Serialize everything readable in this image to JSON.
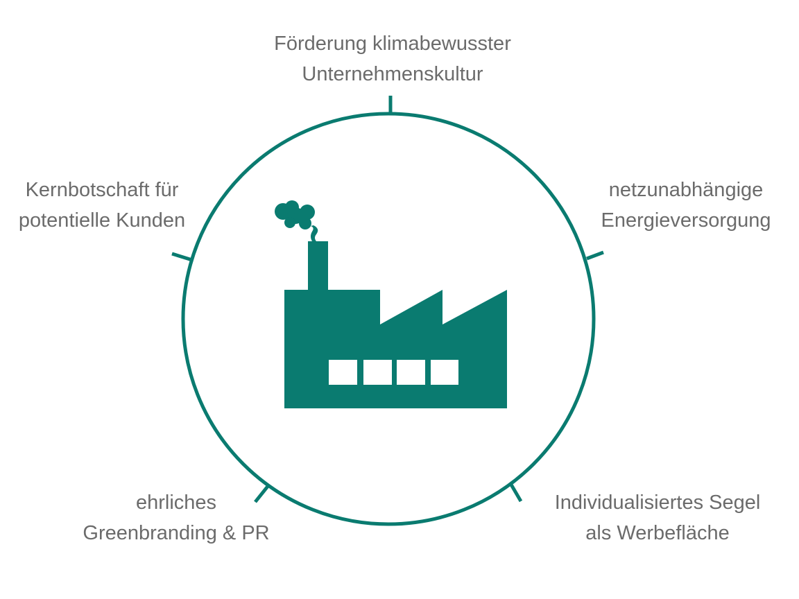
{
  "colors": {
    "accent": "#0a7b70",
    "text": "#6b6b6b",
    "background": "#ffffff"
  },
  "center_icon": "factory-icon",
  "benefits": [
    {
      "line1": "Förderung klimabewusster",
      "line2": "Unternehmenskultur"
    },
    {
      "line1": "netzunabhängige",
      "line2": "Energieversorgung"
    },
    {
      "line1": "Individualisiertes Segel",
      "line2": "als Werbefläche"
    },
    {
      "line1": "ehrliches",
      "line2": "Greenbranding & PR"
    },
    {
      "line1": "Kernbotschaft für",
      "line2": "potentielle Kunden"
    }
  ]
}
